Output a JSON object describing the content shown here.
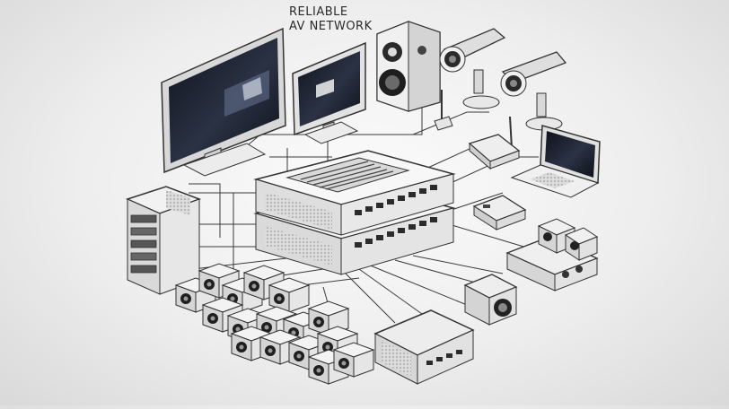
{
  "title": {
    "line1": "RELIABLE",
    "line2": "AV NETWORK"
  },
  "colors": {
    "line": "#3a3a3a",
    "device_light": "#e9e9e9",
    "device_mid": "#cfcfcf",
    "device_dark": "#8a8a8a",
    "screen": "#1b1f2a"
  },
  "devices": [
    {
      "name": "monitor-large",
      "icon": "monitor-icon"
    },
    {
      "name": "monitor-small",
      "icon": "monitor-icon"
    },
    {
      "name": "speaker",
      "icon": "speaker-icon"
    },
    {
      "name": "camera-1",
      "icon": "security-camera-icon"
    },
    {
      "name": "camera-2",
      "icon": "security-camera-icon"
    },
    {
      "name": "wireless-router",
      "icon": "router-icon"
    },
    {
      "name": "laptop",
      "icon": "laptop-icon"
    },
    {
      "name": "network-switch",
      "icon": "switch-icon"
    },
    {
      "name": "server-rack",
      "icon": "server-rack-icon"
    },
    {
      "name": "small-box",
      "icon": "box-icon"
    },
    {
      "name": "media-player",
      "icon": "media-player-icon"
    },
    {
      "name": "projector",
      "icon": "projector-icon"
    },
    {
      "name": "amplifier",
      "icon": "amplifier-icon"
    },
    {
      "name": "speaker-cluster",
      "icon": "speaker-cube-icon"
    }
  ]
}
